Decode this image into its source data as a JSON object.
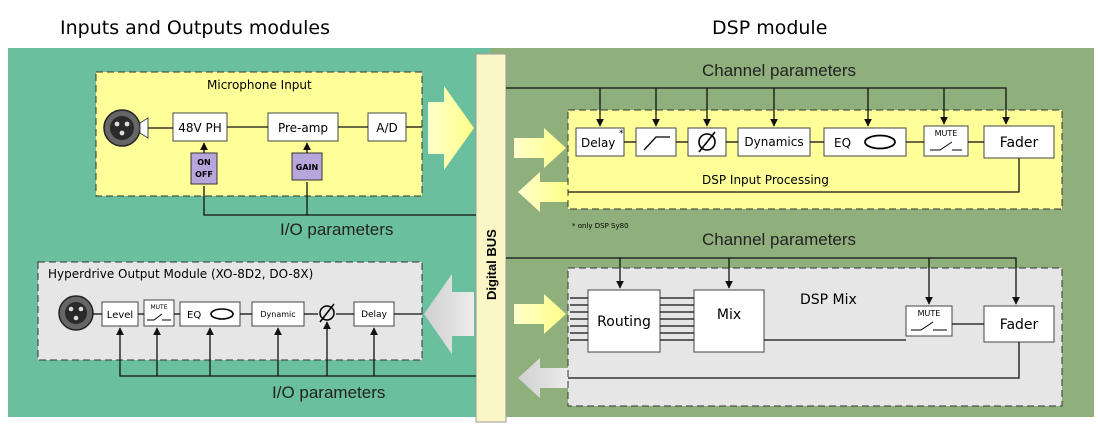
{
  "headers": {
    "io_title": "Inputs and Outputs modules",
    "dsp_title": "DSP module"
  },
  "bus": {
    "label": "Digital BUS"
  },
  "mic_input": {
    "title": "Microphone Input",
    "phantom": "48V PH",
    "preamp": "Pre-amp",
    "ad": "A/D",
    "switch_on": "ON",
    "switch_off": "OFF",
    "gain": "GAIN"
  },
  "io_params_top": "I/O parameters",
  "io_params_bottom": "I/O parameters",
  "channel_params_top": "Channel parameters",
  "channel_params_bottom": "Channel parameters",
  "dsp_input": {
    "delay": "Delay",
    "delay_mark": "*",
    "dynamics": "Dynamics",
    "eq": "EQ",
    "mute": "MUTE",
    "fader": "Fader",
    "title": "DSP Input Processing",
    "footnote": "* only DSP Sy80"
  },
  "output_module": {
    "title": "Hyperdrive Output Module (XO-8D2, DO-8X)",
    "level": "Level",
    "mute": "MUTE",
    "eq": "EQ",
    "dynamic": "Dynamic",
    "delay": "Delay"
  },
  "dsp_mix": {
    "title": "DSP Mix",
    "routing": "Routing",
    "mix": "Mix",
    "mute": "MUTE",
    "fader": "Fader"
  },
  "colors": {
    "io_panel": "#6abf9f",
    "dsp_panel": "#8fb07c",
    "bus": "#fbf6c6",
    "yellow_module": "#ffff99",
    "gray_module": "#e6e6e6",
    "switch": "#b7a6dc"
  }
}
